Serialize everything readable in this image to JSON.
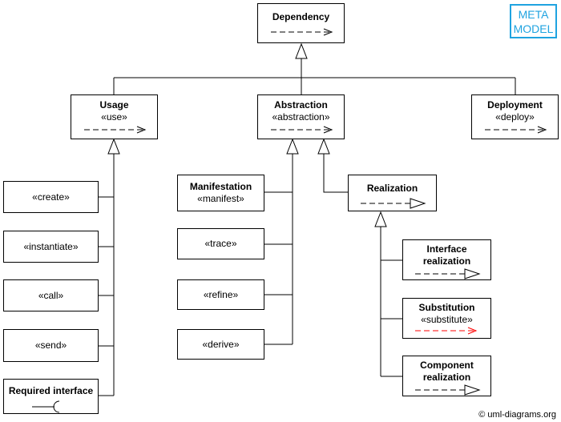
{
  "badge": {
    "line1": "META",
    "line2": "MODEL"
  },
  "nodes": {
    "dependency": {
      "title": "Dependency"
    },
    "usage": {
      "title": "Usage",
      "stereotype": "«use»"
    },
    "abstraction": {
      "title": "Abstraction",
      "stereotype": "«abstraction»"
    },
    "deployment": {
      "title": "Deployment",
      "stereotype": "«deploy»"
    },
    "create": {
      "stereotype": "«create»"
    },
    "instantiate": {
      "stereotype": "«instantiate»"
    },
    "call": {
      "stereotype": "«call»"
    },
    "send": {
      "stereotype": "«send»"
    },
    "required_interface": {
      "title": "Required interface"
    },
    "manifestation": {
      "title": "Manifestation",
      "stereotype": "«manifest»"
    },
    "trace": {
      "stereotype": "«trace»"
    },
    "refine": {
      "stereotype": "«refine»"
    },
    "derive": {
      "stereotype": "«derive»"
    },
    "realization": {
      "title": "Realization"
    },
    "interface_realization": {
      "title_line1": "Interface",
      "title_line2": "realization"
    },
    "substitution": {
      "title": "Substitution",
      "stereotype": "«substitute»"
    },
    "component_realization": {
      "title_line1": "Component",
      "title_line2": "realization"
    }
  },
  "colors": {
    "badge": "#1fa3e0",
    "substitute_arrow": "#ff0000"
  },
  "footer": "© uml-diagrams.org"
}
